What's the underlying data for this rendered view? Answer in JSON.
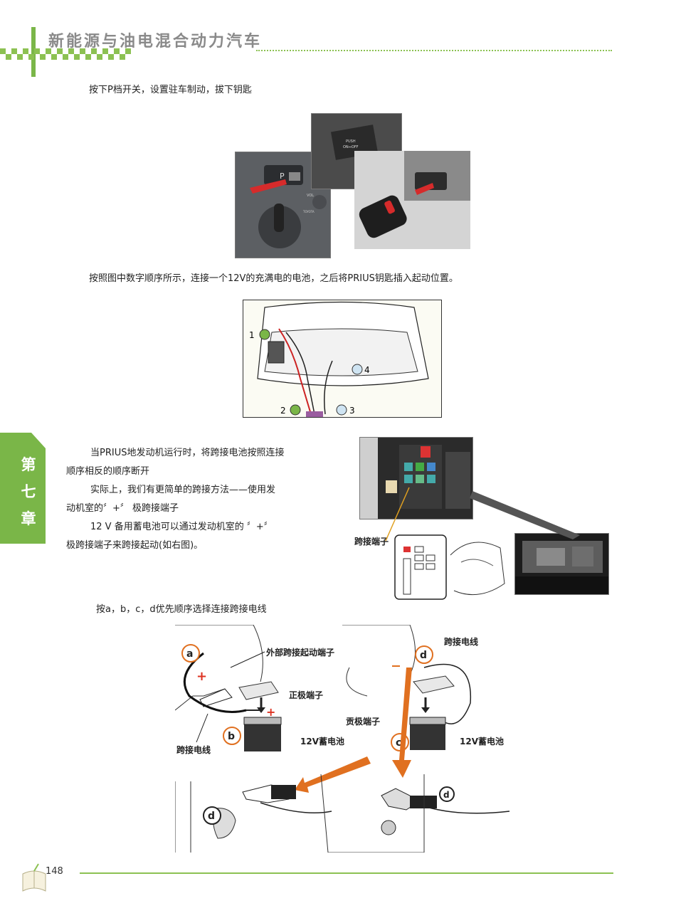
{
  "header": {
    "title": "新能源与油电混合动力汽车"
  },
  "chapter_tab": {
    "label": "第七章"
  },
  "sections": {
    "step1": "按下P档开关，设置驻车制动，拔下钥匙",
    "step2": "按照图中数字顺序所示，连接一个12V的充满电的电池，之后将PRIUS钥匙插入起动位置。",
    "step3_p1_a": "当PRIUS地发动机运行时，将跨接电池按照连接",
    "step3_p1_b": "顺序相反的顺序断开",
    "step3_p2_a": "实际上，我们有更简单的跨接方法——使用发",
    "step3_p2_b": "动机室的〞+〞 极跨接端子",
    "step3_p3_a": "12 V 备用蓄电池可以通过发动机室的 〞+〞",
    "step3_p3_b": "极跨接端子来跨接起动(如右图)。",
    "step4": "按a，b，c，d优先顺序选择连接跨接电线"
  },
  "figure_photo1": {
    "p_label": "P",
    "vol_label": "VOL",
    "brand_label": "TOYOTA",
    "push_label_a": "PUSH",
    "push_label_b": "ON⇔OFF"
  },
  "figure_trunk": {
    "label_1": "1",
    "label_2": "2",
    "label_3": "3",
    "label_4": "4"
  },
  "figure_fusebox": {
    "jump_terminal_label": "跨接端子"
  },
  "figure_jump": {
    "label_a": "a",
    "label_b": "b",
    "label_c": "c",
    "label_d1": "d",
    "label_d2": "d",
    "label_d3": "d",
    "ext_terminal": "外部跨接起动端子",
    "jump_cable_top": "跨接电线",
    "positive_terminal": "正极端子",
    "negative_terminal": "贡极端子",
    "battery_left": "12V蓄电池",
    "battery_right": "12V蓄电池",
    "jump_cable_left": "跨接电线"
  },
  "footer": {
    "page_number": "148"
  }
}
